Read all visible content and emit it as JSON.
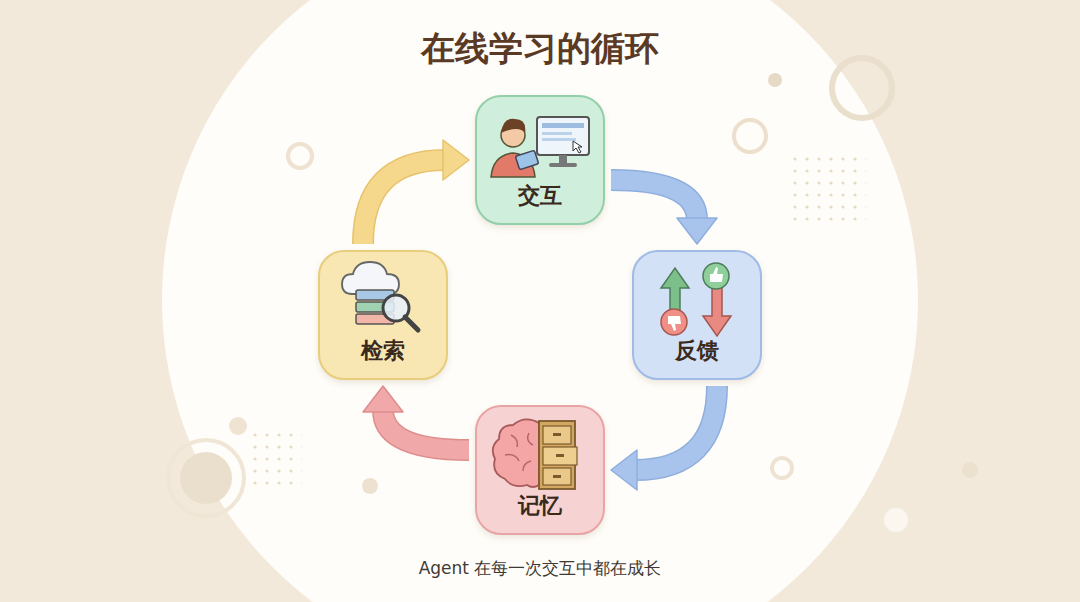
{
  "diagram": {
    "title": "在线学习的循环",
    "caption": "Agent 在每一次交互中都在成长",
    "nodes": [
      {
        "text": [
          "交互"
        ]
      },
      {
        "text": [
          "反馈"
        ]
      },
      {
        "text": [
          "记忆"
        ]
      },
      {
        "text": [
          "检索"
        ]
      }
    ],
    "edges": [
      {
        "from": 0,
        "to": 1,
        "arrow": "to"
      },
      {
        "from": 1,
        "to": 2,
        "arrow": "to"
      },
      {
        "from": 2,
        "to": 3,
        "arrow": "to"
      },
      {
        "from": 3,
        "to": 0,
        "arrow": "to"
      }
    ]
  }
}
